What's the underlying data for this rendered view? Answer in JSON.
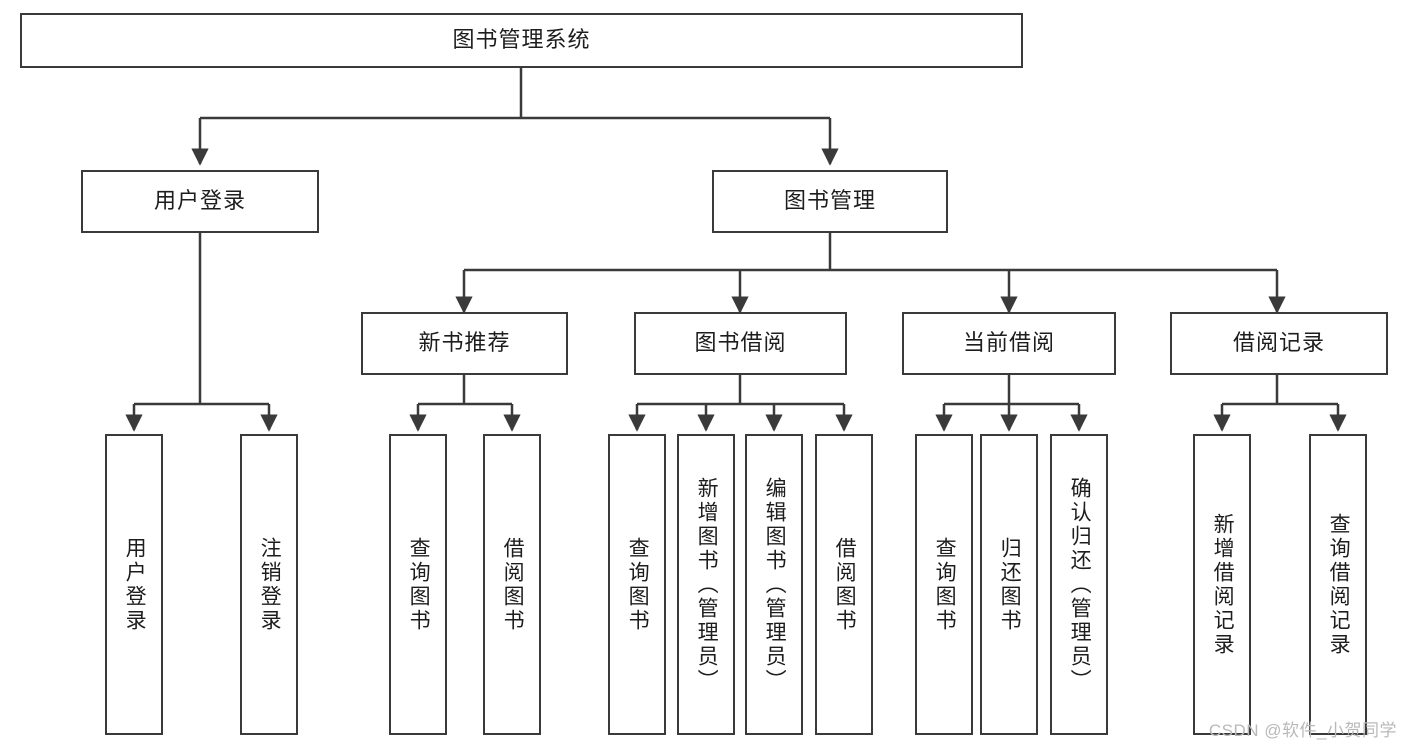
{
  "diagram": {
    "type": "tree",
    "title": "图书管理系统",
    "watermark": "CSDN @软件_小贺同学",
    "colors": {
      "background": "#ffffff",
      "stroke": "#3a3a3a",
      "text": "#1d1d1d",
      "watermark": "#b9b9b9"
    },
    "root": {
      "label": "图书管理系统"
    },
    "level2": [
      {
        "label": "用户登录"
      },
      {
        "label": "图书管理"
      }
    ],
    "level3": [
      {
        "label": "新书推荐"
      },
      {
        "label": "图书借阅"
      },
      {
        "label": "当前借阅"
      },
      {
        "label": "借阅记录"
      }
    ],
    "leaves": {
      "user_login": [
        {
          "label": "用户登录"
        },
        {
          "label": "注销登录"
        }
      ],
      "new_book_recommend": [
        {
          "label": "查询图书"
        },
        {
          "label": "借阅图书"
        }
      ],
      "book_borrow": [
        {
          "label": "查询图书"
        },
        {
          "label": "新增图书（管理员）"
        },
        {
          "label": "编辑图书（管理员）"
        },
        {
          "label": "借阅图书"
        }
      ],
      "current_borrow": [
        {
          "label": "查询图书"
        },
        {
          "label": "归还图书"
        },
        {
          "label": "确认归还（管理员）"
        }
      ],
      "borrow_record": [
        {
          "label": "新增借阅记录"
        },
        {
          "label": "查询借阅记录"
        }
      ]
    }
  }
}
